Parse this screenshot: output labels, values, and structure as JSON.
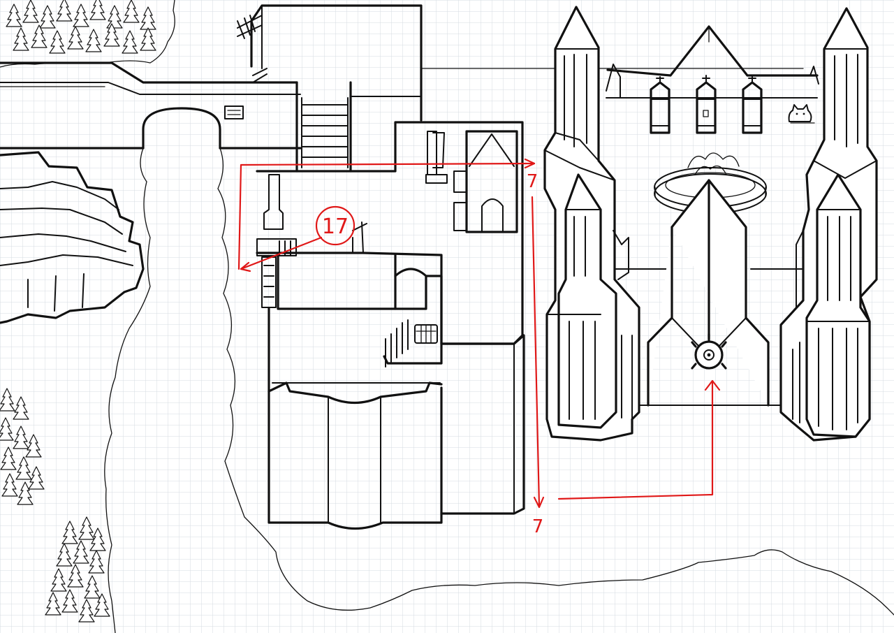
{
  "map": {
    "colors": {
      "paper": "#ffffff",
      "grid": "#d6dbe2",
      "ink": "#111111",
      "route": "#e01818"
    },
    "markers": [
      {
        "id": "room-17",
        "label": "17"
      }
    ],
    "route_labels": [
      {
        "id": "top-right",
        "label": "7"
      },
      {
        "id": "bottom-right",
        "label": "7"
      }
    ],
    "icons": [
      "cat-icon",
      "tower-window-icon",
      "fountain-icon",
      "gate-valve-icon",
      "staircase-icon",
      "treasure-chest-icon"
    ]
  }
}
